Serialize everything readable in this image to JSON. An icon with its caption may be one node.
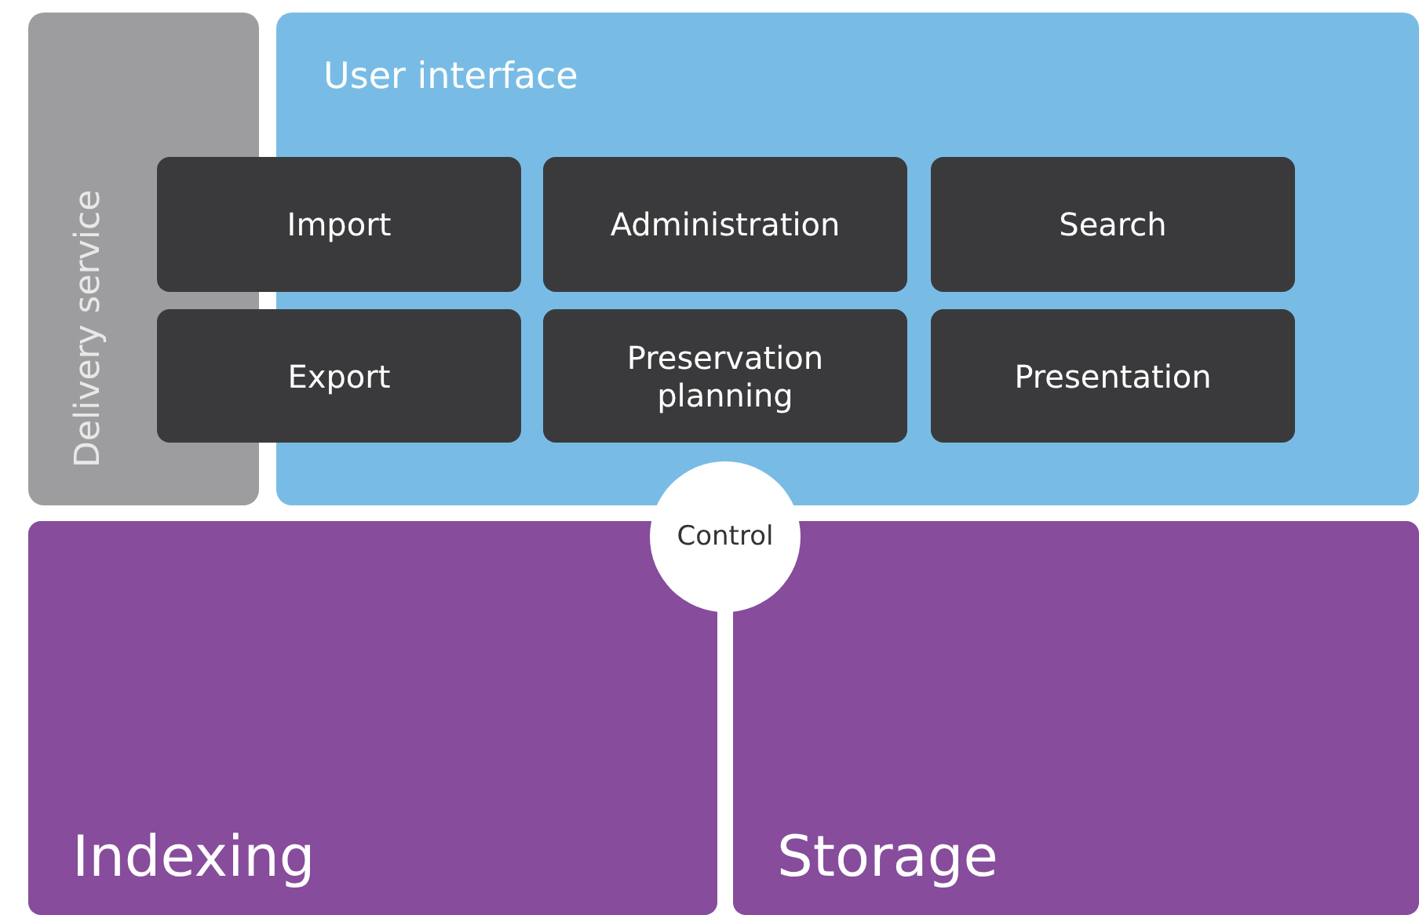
{
  "diagram": {
    "nodes": [
      {
        "text": [
          "Delivery service"
        ]
      },
      {
        "text": [
          "User interface"
        ]
      },
      {
        "text": [
          "Import"
        ]
      },
      {
        "text": [
          "Administration"
        ],
        "in": 1
      },
      {
        "text": [
          "Search"
        ],
        "in": 1
      },
      {
        "text": [
          "Export"
        ]
      },
      {
        "text": [
          "Preservation planning"
        ],
        "in": 1
      },
      {
        "text": [
          "Presentation"
        ],
        "in": 1
      },
      {
        "text": [
          "Control"
        ]
      },
      {
        "text": [
          "Indexing"
        ]
      },
      {
        "text": [
          "Storage"
        ]
      }
    ]
  }
}
